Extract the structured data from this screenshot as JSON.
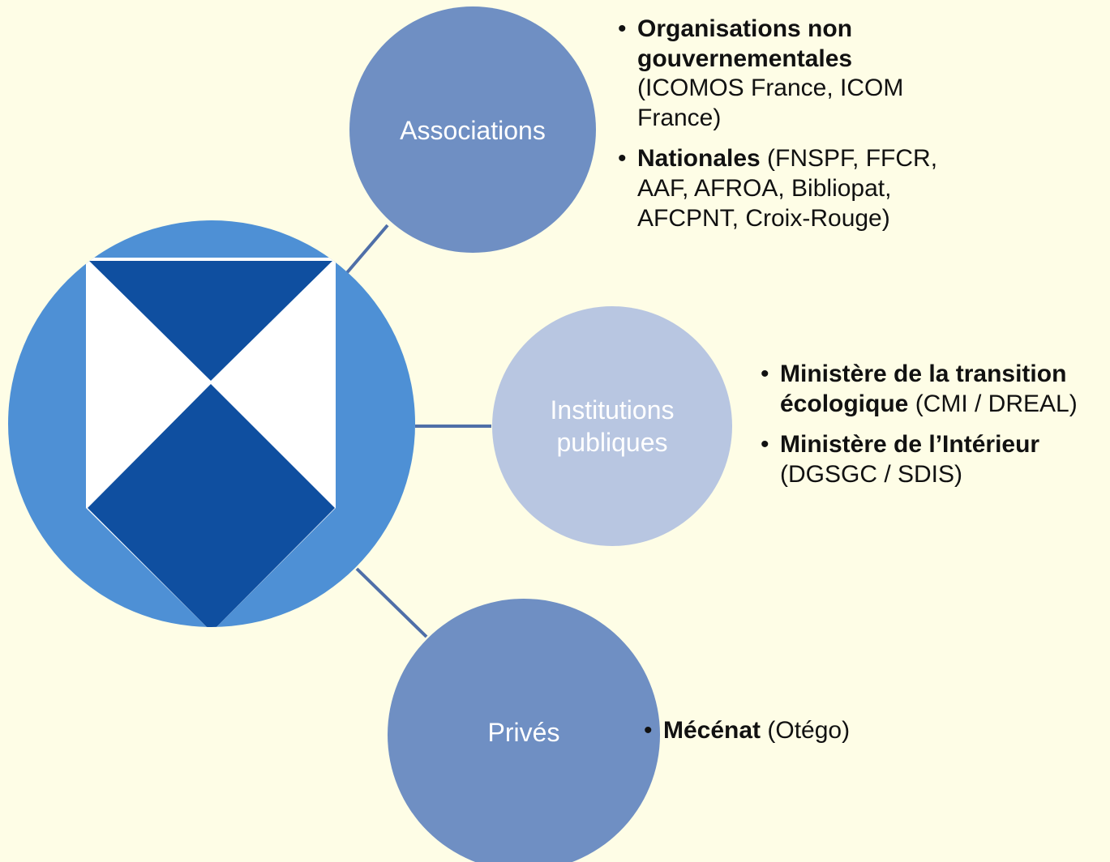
{
  "colors": {
    "background": "#fefde6",
    "hub_circle": "#4e90d5",
    "logo_dark": "#0f4fa0",
    "logo_light": "#ffffff",
    "node_primary": "#6f8fc3",
    "node_secondary": "#b8c6e1",
    "connector": "#4f6fa8"
  },
  "hub": {
    "icon": "heraldic-shield-logo-icon"
  },
  "nodes": [
    {
      "label": "Associations",
      "items": [
        {
          "bold": "Organisations non gouvernementales",
          "rest": " (ICOMOS France, ICOM France)"
        },
        {
          "bold": "Nationales",
          "rest": " (FNSPF, FFCR, AAF, AFROA, Bibliopat, AFCPNT, Croix-Rouge)"
        }
      ]
    },
    {
      "label": "Institutions publiques",
      "items": [
        {
          "bold": "Ministère de la transition écologique",
          "rest": " (CMI / DREAL)"
        },
        {
          "bold": "Ministère de l’Intérieur",
          "rest": " (DGSGC / SDIS)"
        }
      ]
    },
    {
      "label": "Privés",
      "items": [
        {
          "bold": "Mécénat",
          "rest": " (Otégo)"
        }
      ]
    }
  ]
}
